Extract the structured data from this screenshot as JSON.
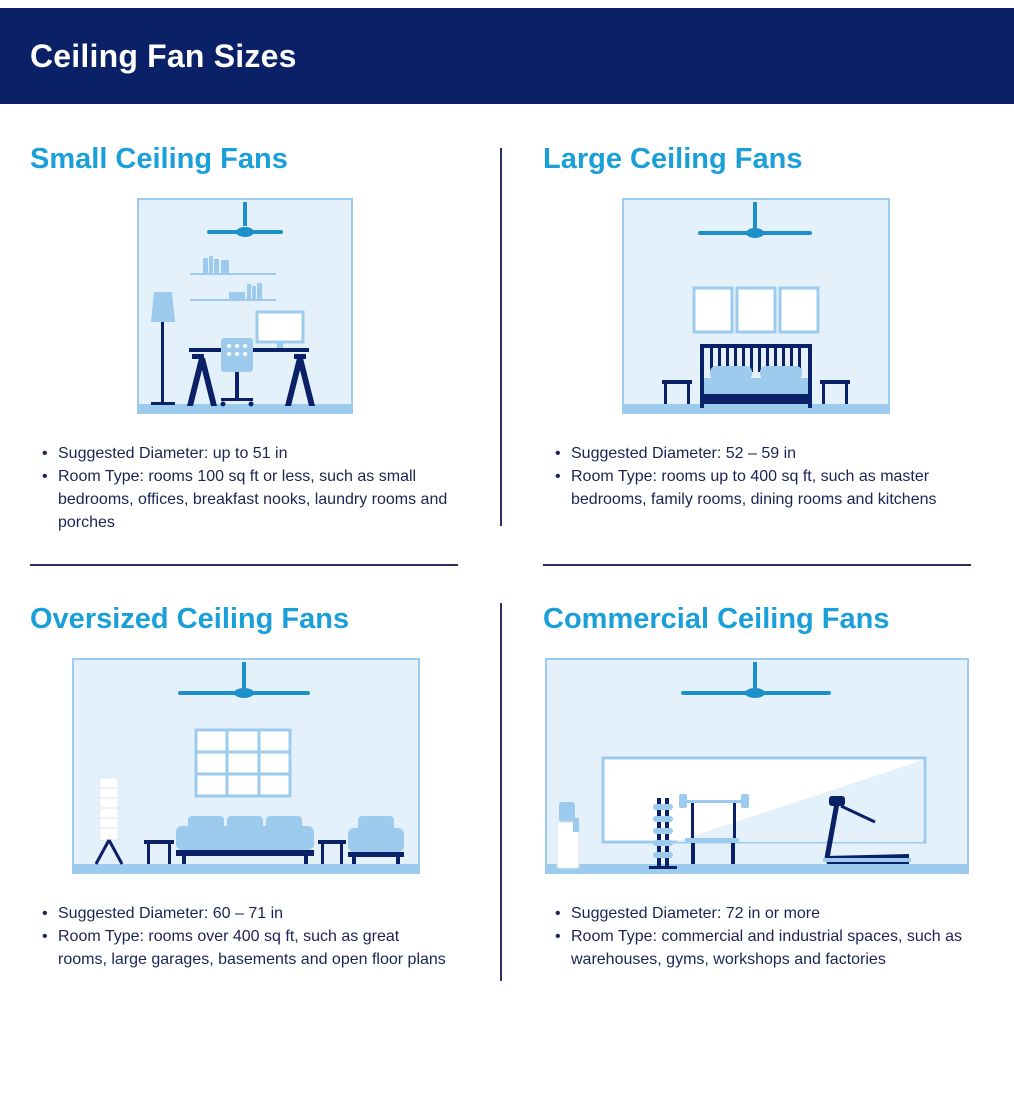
{
  "header": {
    "title": "Ceiling Fan Sizes"
  },
  "sections": [
    {
      "title": "Small Ceiling Fans",
      "bullets": [
        "Suggested Diameter: up to 51 in",
        "Room Type: rooms 100 sq ft or less, such as small bedrooms, offices, breakfast nooks, laundry rooms and porches"
      ]
    },
    {
      "title": "Large Ceiling Fans",
      "bullets": [
        "Suggested Diameter: 52 – 59 in",
        "Room Type: rooms up to 400 sq ft, such as master bedrooms, family rooms, dining rooms and kitchens"
      ]
    },
    {
      "title": "Oversized Ceiling Fans",
      "bullets": [
        "Suggested Diameter: 60 – 71 in",
        "Room Type: rooms over 400 sq ft, such as great rooms, large garages, basements and open floor plans"
      ]
    },
    {
      "title": "Commercial Ceiling Fans",
      "bullets": [
        "Suggested Diameter: 72 in or more",
        "Room Type: commercial and industrial spaces, such as warehouses, gyms, workshops and factories"
      ]
    }
  ],
  "colors": {
    "header_bg": "#0a2167",
    "title_blue": "#1a9fd8",
    "text_navy": "#1b2454",
    "room_bg": "#e4f1fb",
    "furniture_light": "#9ccbee",
    "furniture_dark": "#0a2167",
    "fan_blue": "#1d8fc9"
  }
}
